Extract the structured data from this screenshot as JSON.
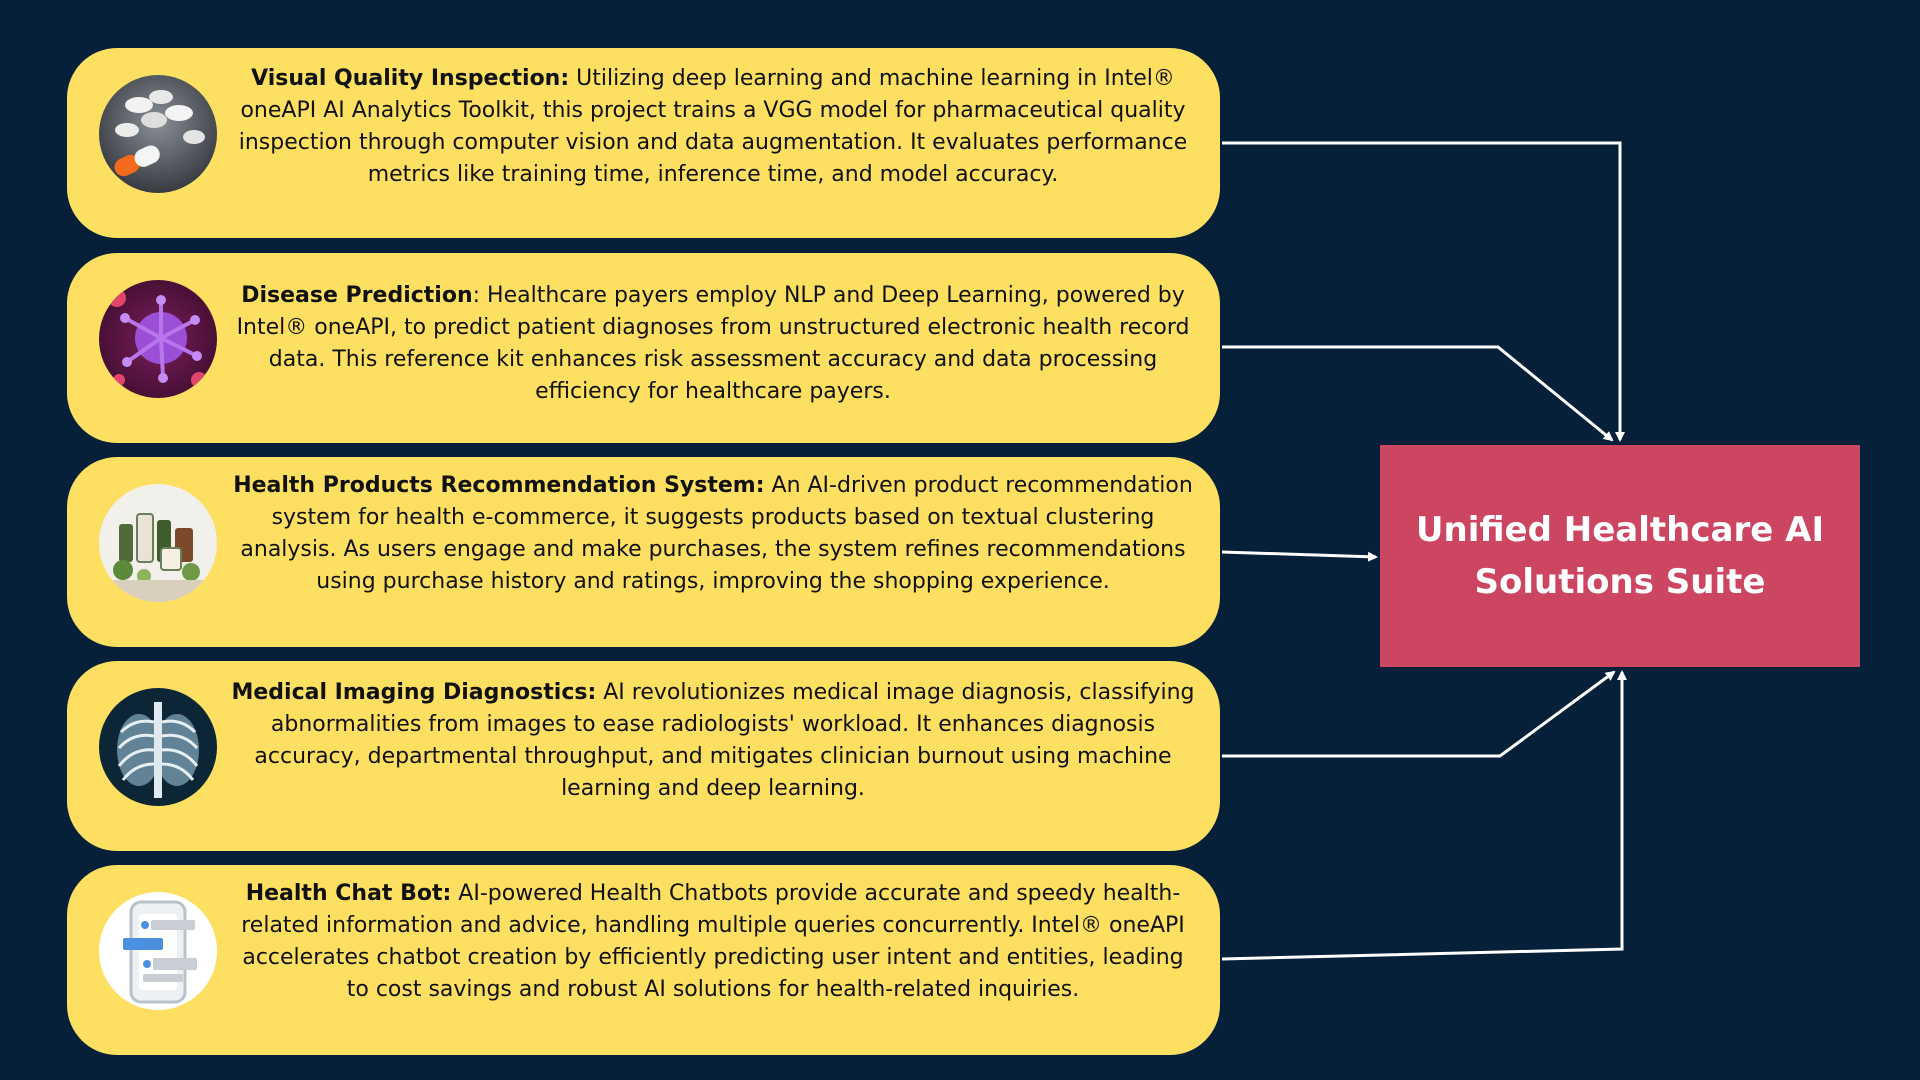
{
  "hub": {
    "title": "Unified Healthcare AI Solutions Suite",
    "color": "#cc4561"
  },
  "background_color": "#06203a",
  "card_color": "#fde062",
  "cards": [
    {
      "title": "Visual Quality Inspection:",
      "body": " Utilizing deep learning and machine learning in Intel® oneAPI AI Analytics Toolkit, this project trains a VGG model for pharmaceutical quality inspection through computer vision and data augmentation. It evaluates performance metrics like training time, inference time, and model accuracy.",
      "icon": "pills-image-icon"
    },
    {
      "title": "Disease Prediction",
      "body": ": Healthcare payers employ NLP and Deep Learning, powered by Intel® oneAPI, to predict patient diagnoses from unstructured electronic health record data. This reference kit enhances risk assessment accuracy and data processing efficiency for healthcare payers.",
      "icon": "virus-image-icon"
    },
    {
      "title": "Health Products Recommendation System:",
      "body": " An AI-driven product recommendation system for health e-commerce, it suggests products based on textual clustering analysis. As users engage and make purchases, the system refines recommendations using purchase history and ratings, improving the shopping experience.",
      "icon": "health-products-image-icon"
    },
    {
      "title": "Medical Imaging Diagnostics:",
      "body": " AI revolutionizes medical image diagnosis, classifying abnormalities from images to ease radiologists' workload. It enhances diagnosis accuracy, departmental throughput, and mitigates clinician burnout using machine learning and deep learning.",
      "icon": "chest-xray-image-icon"
    },
    {
      "title": "Health Chat Bot:",
      "body": " AI-powered Health Chatbots provide accurate and speedy health-related information and advice, handling multiple queries concurrently. Intel® oneAPI accelerates chatbot creation by efficiently predicting user intent and entities, leading to cost savings and robust AI solutions for health-related inquiries.",
      "icon": "chat-phone-image-icon"
    }
  ]
}
